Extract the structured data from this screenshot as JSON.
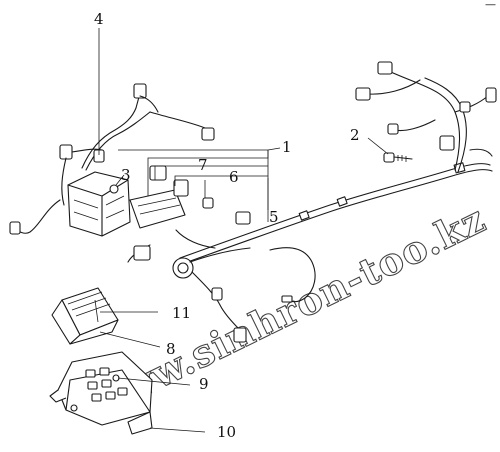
{
  "diagram": {
    "callouts": [
      {
        "id": "c1",
        "label": "1"
      },
      {
        "id": "c2",
        "label": "2"
      },
      {
        "id": "c3",
        "label": "3"
      },
      {
        "id": "c4",
        "label": "4"
      },
      {
        "id": "c5",
        "label": "5"
      },
      {
        "id": "c6",
        "label": "6"
      },
      {
        "id": "c7",
        "label": "7"
      },
      {
        "id": "c8",
        "label": "8"
      },
      {
        "id": "c9",
        "label": "9"
      },
      {
        "id": "c10",
        "label": "10"
      },
      {
        "id": "c11",
        "label": "11"
      }
    ],
    "watermark": "www.sinhron-too.kz",
    "corner_mark": "—"
  }
}
